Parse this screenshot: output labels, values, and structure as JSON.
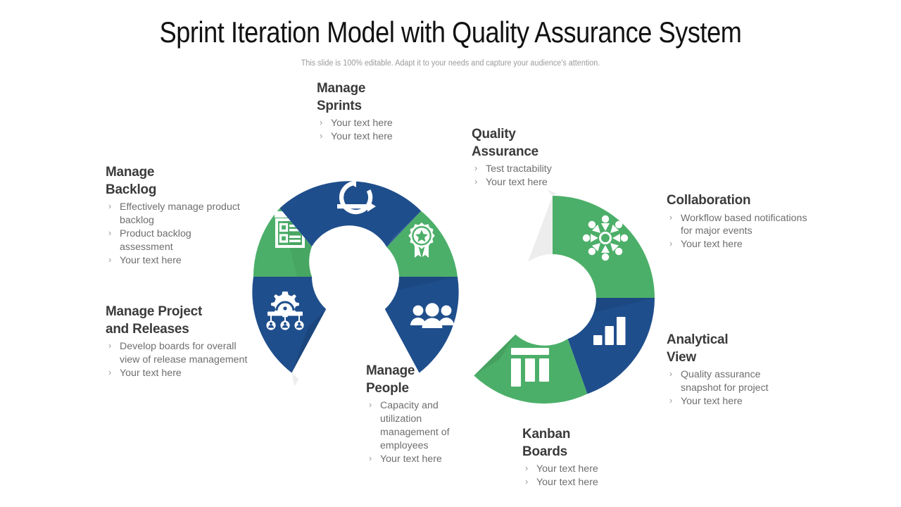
{
  "header": {
    "title": "Sprint Iteration Model with Quality Assurance System",
    "subtitle": "This slide is 100% editable. Adapt it to your needs and capture your audience's attention."
  },
  "colors": {
    "green": "#4caf69",
    "green_shade": "#45a05f",
    "blue": "#1f4e8c",
    "blue_shade": "#1b4580",
    "title_text": "#111111",
    "subtitle_text": "#9b9b9b",
    "heading_text": "#3a3a3a",
    "body_text": "#6e6e6e",
    "icon_fill": "#ffffff",
    "background": "#ffffff"
  },
  "bullet_char": "›",
  "blocks": [
    {
      "id": "manage-backlog",
      "title": "Manage Backlog",
      "title_lines": [
        "Manage",
        "Backlog"
      ],
      "items": [
        "Effectively manage product backlog",
        "Product backlog assessment",
        "Your text here"
      ],
      "segment_color": "#4caf69",
      "icon": "checklist-board-icon"
    },
    {
      "id": "manage-project-and-releases",
      "title": "Manage Project and Releases",
      "title_lines": [
        "Manage Project",
        "and Releases"
      ],
      "items": [
        "Develop boards for overall view of release management",
        "Your text here"
      ],
      "segment_color": "#1f4e8c",
      "icon": "gear-people-icon"
    },
    {
      "id": "manage-sprints",
      "title": "Manage Sprints",
      "title_lines": [
        "Manage",
        "Sprints"
      ],
      "items": [
        "Your text here",
        "Your text here"
      ],
      "segment_color": "#1f4e8c",
      "icon": "sprint-cycle-icon"
    },
    {
      "id": "quality-assurance",
      "title": "Quality Assurance",
      "title_lines": [
        "Quality",
        "Assurance"
      ],
      "items": [
        "Test tractability",
        "Your text here"
      ],
      "segment_color": "#4caf69",
      "icon": "award-ribbon-icon"
    },
    {
      "id": "collaboration",
      "title": "Collaboration",
      "title_lines": [
        "Collaboration"
      ],
      "items": [
        "Workflow based notifications for major events",
        "Your text here"
      ],
      "segment_color": "#4caf69",
      "icon": "network-collaboration-icon"
    },
    {
      "id": "analytical-view",
      "title": "Analytical View",
      "title_lines": [
        "Analytical",
        "View"
      ],
      "items": [
        "Quality assurance snapshot for project",
        "Your text here"
      ],
      "segment_color": "#1f4e8c",
      "icon": "bar-chart-icon"
    },
    {
      "id": "manage-people",
      "title": "Manage People",
      "title_lines": [
        "Manage",
        "People"
      ],
      "items": [
        "Capacity and utilization management of employees",
        "Your text here"
      ],
      "segment_color": "#1f4e8c",
      "icon": "people-group-icon"
    },
    {
      "id": "kanban-boards",
      "title": "Kanban Boards",
      "title_lines": [
        "Kanban",
        "Boards"
      ],
      "items": [
        "Your text here",
        "Your text here"
      ],
      "segment_color": "#4caf69",
      "icon": "kanban-columns-icon"
    }
  ]
}
